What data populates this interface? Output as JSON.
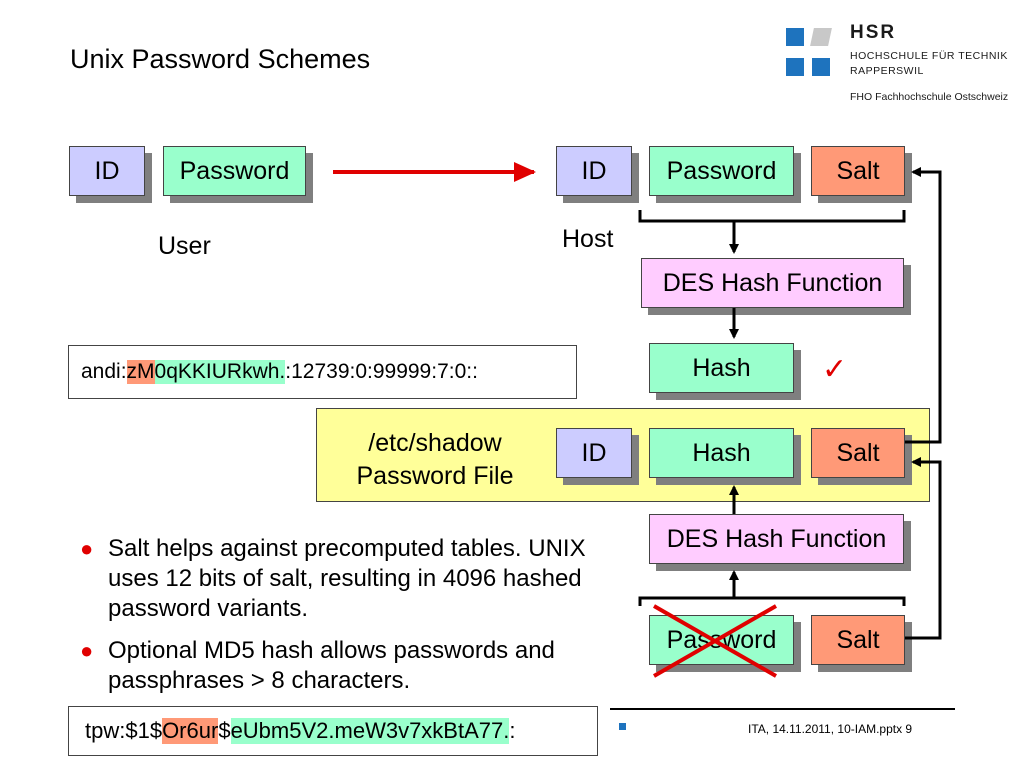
{
  "slide": {
    "title": "Unix Password Schemes"
  },
  "logo": {
    "name": "HSR",
    "line1": "HOCHSCHULE FÜR TECHNIK",
    "line2": "RAPPERSWIL",
    "line3": "FHO Fachhochschule Ostschweiz"
  },
  "user": {
    "id": "ID",
    "password": "Password",
    "label": "User"
  },
  "host": {
    "id": "ID",
    "password": "Password",
    "salt": "Salt",
    "label": "Host",
    "des1": "DES Hash Function",
    "hash": "Hash"
  },
  "shadow": {
    "line1": "/etc/shadow",
    "line2": "Password File",
    "id": "ID",
    "hash": "Hash",
    "salt": "Salt"
  },
  "verify": {
    "des2": "DES Hash Function",
    "password": "Password",
    "salt": "Salt"
  },
  "entry1": {
    "prefix": "andi:",
    "salt": "zM",
    "hash": "0qKKIURkwh.",
    "suffix": ":12739:0:99999:7:0::"
  },
  "entry2": {
    "prefix": "tpw:$1$",
    "salt": "Or6ur",
    "sep": "$",
    "hash": "eUbm5V2.meW3v7xkBtA77.",
    "suffix": ":"
  },
  "bullets": [
    "Salt helps against precomputed tables. UNIX uses 12 bits of salt, resulting in 4096 hashed password variants.",
    "Optional MD5 hash allows passwords and passphrases > 8 characters."
  ],
  "footer": "ITA, 14.11.2011, 10-IAM.pptx 9",
  "colors": {
    "id": "#ccccff",
    "password": "#99ffcc",
    "salt": "#ff9977",
    "des": "#ffccff",
    "shadow_file": "#ffff99",
    "accent": "#e00000",
    "brand": "#1e73be"
  }
}
